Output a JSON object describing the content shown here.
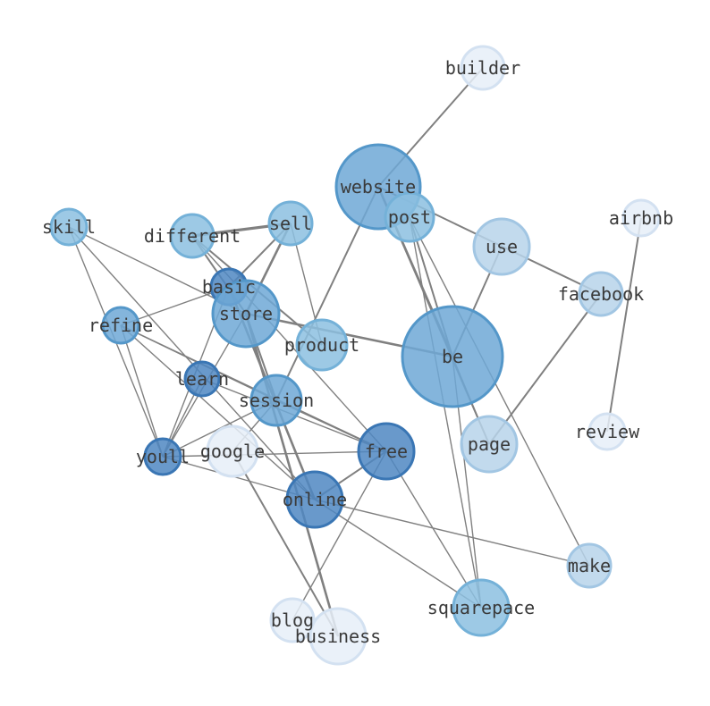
{
  "palette": {
    "level1": {
      "fill": "#e6eef8",
      "stroke": "#d3e1f1"
    },
    "level2": {
      "fill": "#b7d4ea",
      "stroke": "#a2c6e3"
    },
    "level3": {
      "fill": "#8cc0e0",
      "stroke": "#74b1d8"
    },
    "level4": {
      "fill": "#6fa8d6",
      "stroke": "#5497c9"
    },
    "level5": {
      "fill": "#4f87c2",
      "stroke": "#3a76b4"
    },
    "edge": "#808080"
  },
  "nodes": [
    {
      "id": "builder",
      "label": "builder",
      "level": 1
    },
    {
      "id": "website",
      "label": "website",
      "level": 4
    },
    {
      "id": "post",
      "label": "post",
      "level": 3
    },
    {
      "id": "airbnb",
      "label": "airbnb",
      "level": 1
    },
    {
      "id": "skill",
      "label": "skill",
      "level": 3
    },
    {
      "id": "different",
      "label": "different",
      "level": 3
    },
    {
      "id": "sell",
      "label": "sell",
      "level": 3
    },
    {
      "id": "use",
      "label": "use",
      "level": 2
    },
    {
      "id": "facebook",
      "label": "facebook",
      "level": 2
    },
    {
      "id": "basic",
      "label": "basic",
      "level": 5
    },
    {
      "id": "store",
      "label": "store",
      "level": 4
    },
    {
      "id": "refine",
      "label": "refine",
      "level": 4
    },
    {
      "id": "product",
      "label": "product",
      "level": 3
    },
    {
      "id": "be",
      "label": "be",
      "level": 4
    },
    {
      "id": "learn",
      "label": "learn",
      "level": 5
    },
    {
      "id": "session",
      "label": "session",
      "level": 4
    },
    {
      "id": "review",
      "label": "review",
      "level": 1
    },
    {
      "id": "youll",
      "label": "youll",
      "level": 5
    },
    {
      "id": "google",
      "label": "google",
      "level": 1
    },
    {
      "id": "free",
      "label": "free",
      "level": 5
    },
    {
      "id": "page",
      "label": "page",
      "level": 2
    },
    {
      "id": "online",
      "label": "online",
      "level": 5
    },
    {
      "id": "make",
      "label": "make",
      "level": 2
    },
    {
      "id": "squarepace",
      "label": "squarepace",
      "level": 3
    },
    {
      "id": "blog",
      "label": "blog",
      "level": 1
    },
    {
      "id": "business",
      "label": "business",
      "level": 1
    }
  ],
  "edges": [
    {
      "source": "builder",
      "target": "website",
      "weight": 2
    },
    {
      "source": "website",
      "target": "be",
      "weight": 3
    },
    {
      "source": "website",
      "target": "session",
      "weight": 2
    },
    {
      "source": "website",
      "target": "facebook",
      "weight": 2
    },
    {
      "source": "website",
      "target": "page",
      "weight": 2
    },
    {
      "source": "post",
      "target": "be",
      "weight": 2
    },
    {
      "source": "post",
      "target": "squarepace",
      "weight": 1
    },
    {
      "source": "post",
      "target": "make",
      "weight": 1
    },
    {
      "source": "airbnb",
      "target": "review",
      "weight": 2
    },
    {
      "source": "different",
      "target": "sell",
      "weight": 4
    },
    {
      "source": "different",
      "target": "store",
      "weight": 2
    },
    {
      "source": "different",
      "target": "product",
      "weight": 2
    },
    {
      "source": "different",
      "target": "free",
      "weight": 1
    },
    {
      "source": "sell",
      "target": "store",
      "weight": 3
    },
    {
      "source": "sell",
      "target": "basic",
      "weight": 2
    },
    {
      "source": "sell",
      "target": "product",
      "weight": 1
    },
    {
      "source": "use",
      "target": "be",
      "weight": 2
    },
    {
      "source": "facebook",
      "target": "page",
      "weight": 2
    },
    {
      "source": "store",
      "target": "be",
      "weight": 3
    },
    {
      "source": "store",
      "target": "session",
      "weight": 2
    },
    {
      "source": "store",
      "target": "business",
      "weight": 3
    },
    {
      "source": "basic",
      "target": "online",
      "weight": 3
    },
    {
      "source": "basic",
      "target": "refine",
      "weight": 1
    },
    {
      "source": "basic",
      "target": "youll",
      "weight": 1
    },
    {
      "source": "skill",
      "target": "store",
      "weight": 1
    },
    {
      "source": "skill",
      "target": "youll",
      "weight": 1
    },
    {
      "source": "skill",
      "target": "online",
      "weight": 1
    },
    {
      "source": "refine",
      "target": "session",
      "weight": 1
    },
    {
      "source": "refine",
      "target": "free",
      "weight": 1
    },
    {
      "source": "refine",
      "target": "youll",
      "weight": 1
    },
    {
      "source": "refine",
      "target": "online",
      "weight": 1
    },
    {
      "source": "store",
      "target": "youll",
      "weight": 1
    },
    {
      "source": "learn",
      "target": "free",
      "weight": 1
    },
    {
      "source": "learn",
      "target": "youll",
      "weight": 1
    },
    {
      "source": "session",
      "target": "google",
      "weight": 1
    },
    {
      "source": "session",
      "target": "free",
      "weight": 2
    },
    {
      "source": "session",
      "target": "youll",
      "weight": 1
    },
    {
      "source": "youll",
      "target": "free",
      "weight": 1
    },
    {
      "source": "youll",
      "target": "online",
      "weight": 1
    },
    {
      "source": "free",
      "target": "online",
      "weight": 2
    },
    {
      "source": "free",
      "target": "squarepace",
      "weight": 1
    },
    {
      "source": "free",
      "target": "blog",
      "weight": 1
    },
    {
      "source": "online",
      "target": "make",
      "weight": 1
    },
    {
      "source": "online",
      "target": "squarepace",
      "weight": 1
    },
    {
      "source": "be",
      "target": "squarepace",
      "weight": 1
    },
    {
      "source": "be",
      "target": "page",
      "weight": 1
    },
    {
      "source": "google",
      "target": "business",
      "weight": 2
    }
  ]
}
